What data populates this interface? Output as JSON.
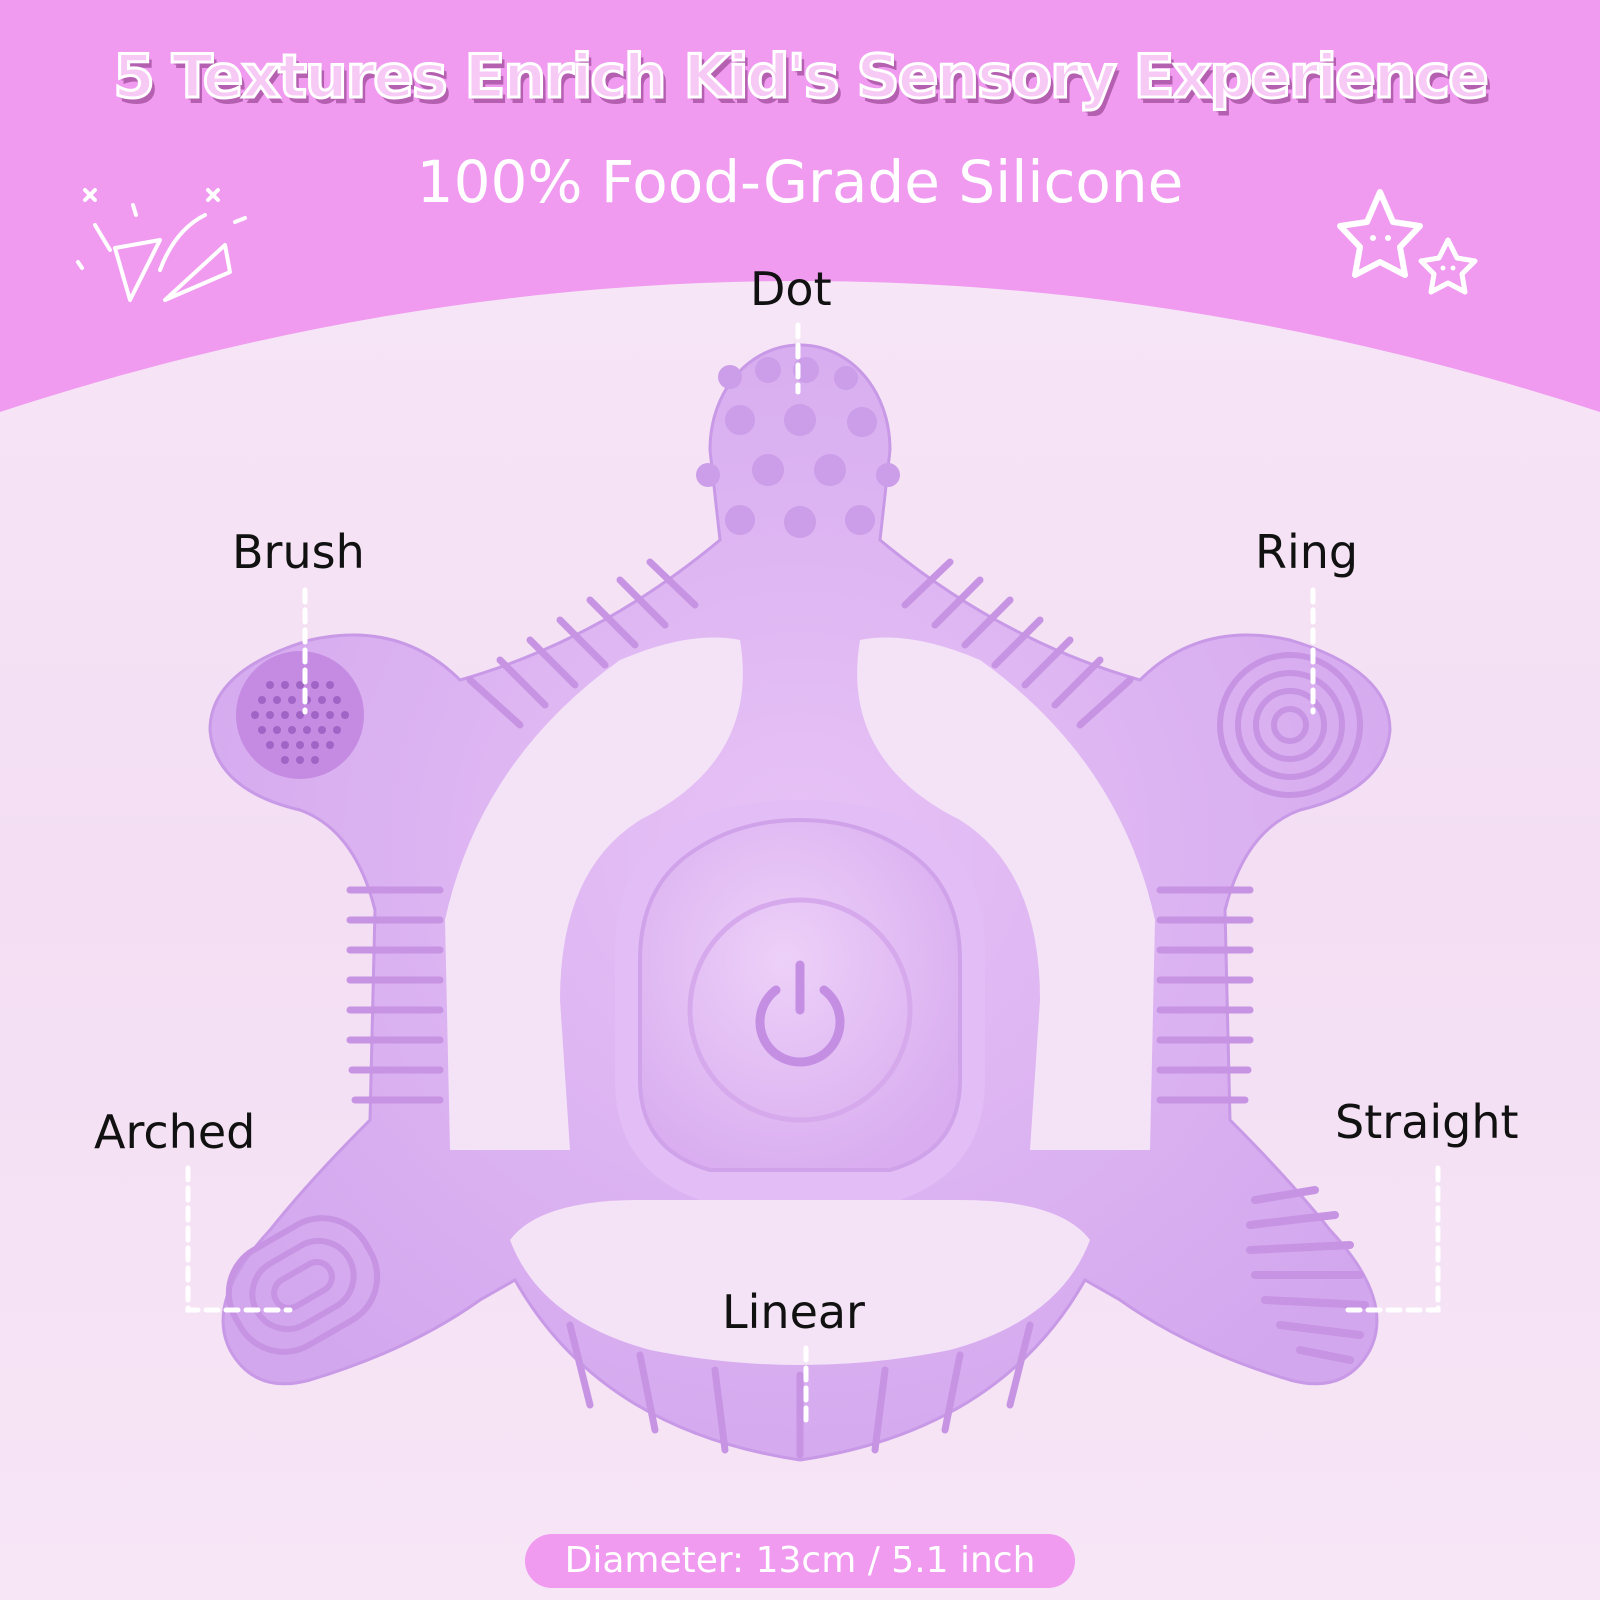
{
  "header": {
    "title": "5 Textures Enrich Kid's Sensory Experience",
    "subtitle": "100% Food-Grade Silicone"
  },
  "textures": {
    "dot": "Dot",
    "brush": "Brush",
    "ring": "Ring",
    "arched": "Arched",
    "straight": "Straight",
    "linear": "Linear"
  },
  "footer": {
    "diameter": "Diameter: 13cm / 5.1 inch"
  },
  "colors": {
    "header_band": "#f09af0",
    "background": "#f6e6f7",
    "teether": "#dcb0f2",
    "teether_shade": "#c899e6",
    "label_text": "#111111",
    "badge": "#f09af0"
  },
  "icons": [
    "confetti-icon",
    "star-icon",
    "star-icon",
    "power-icon"
  ]
}
